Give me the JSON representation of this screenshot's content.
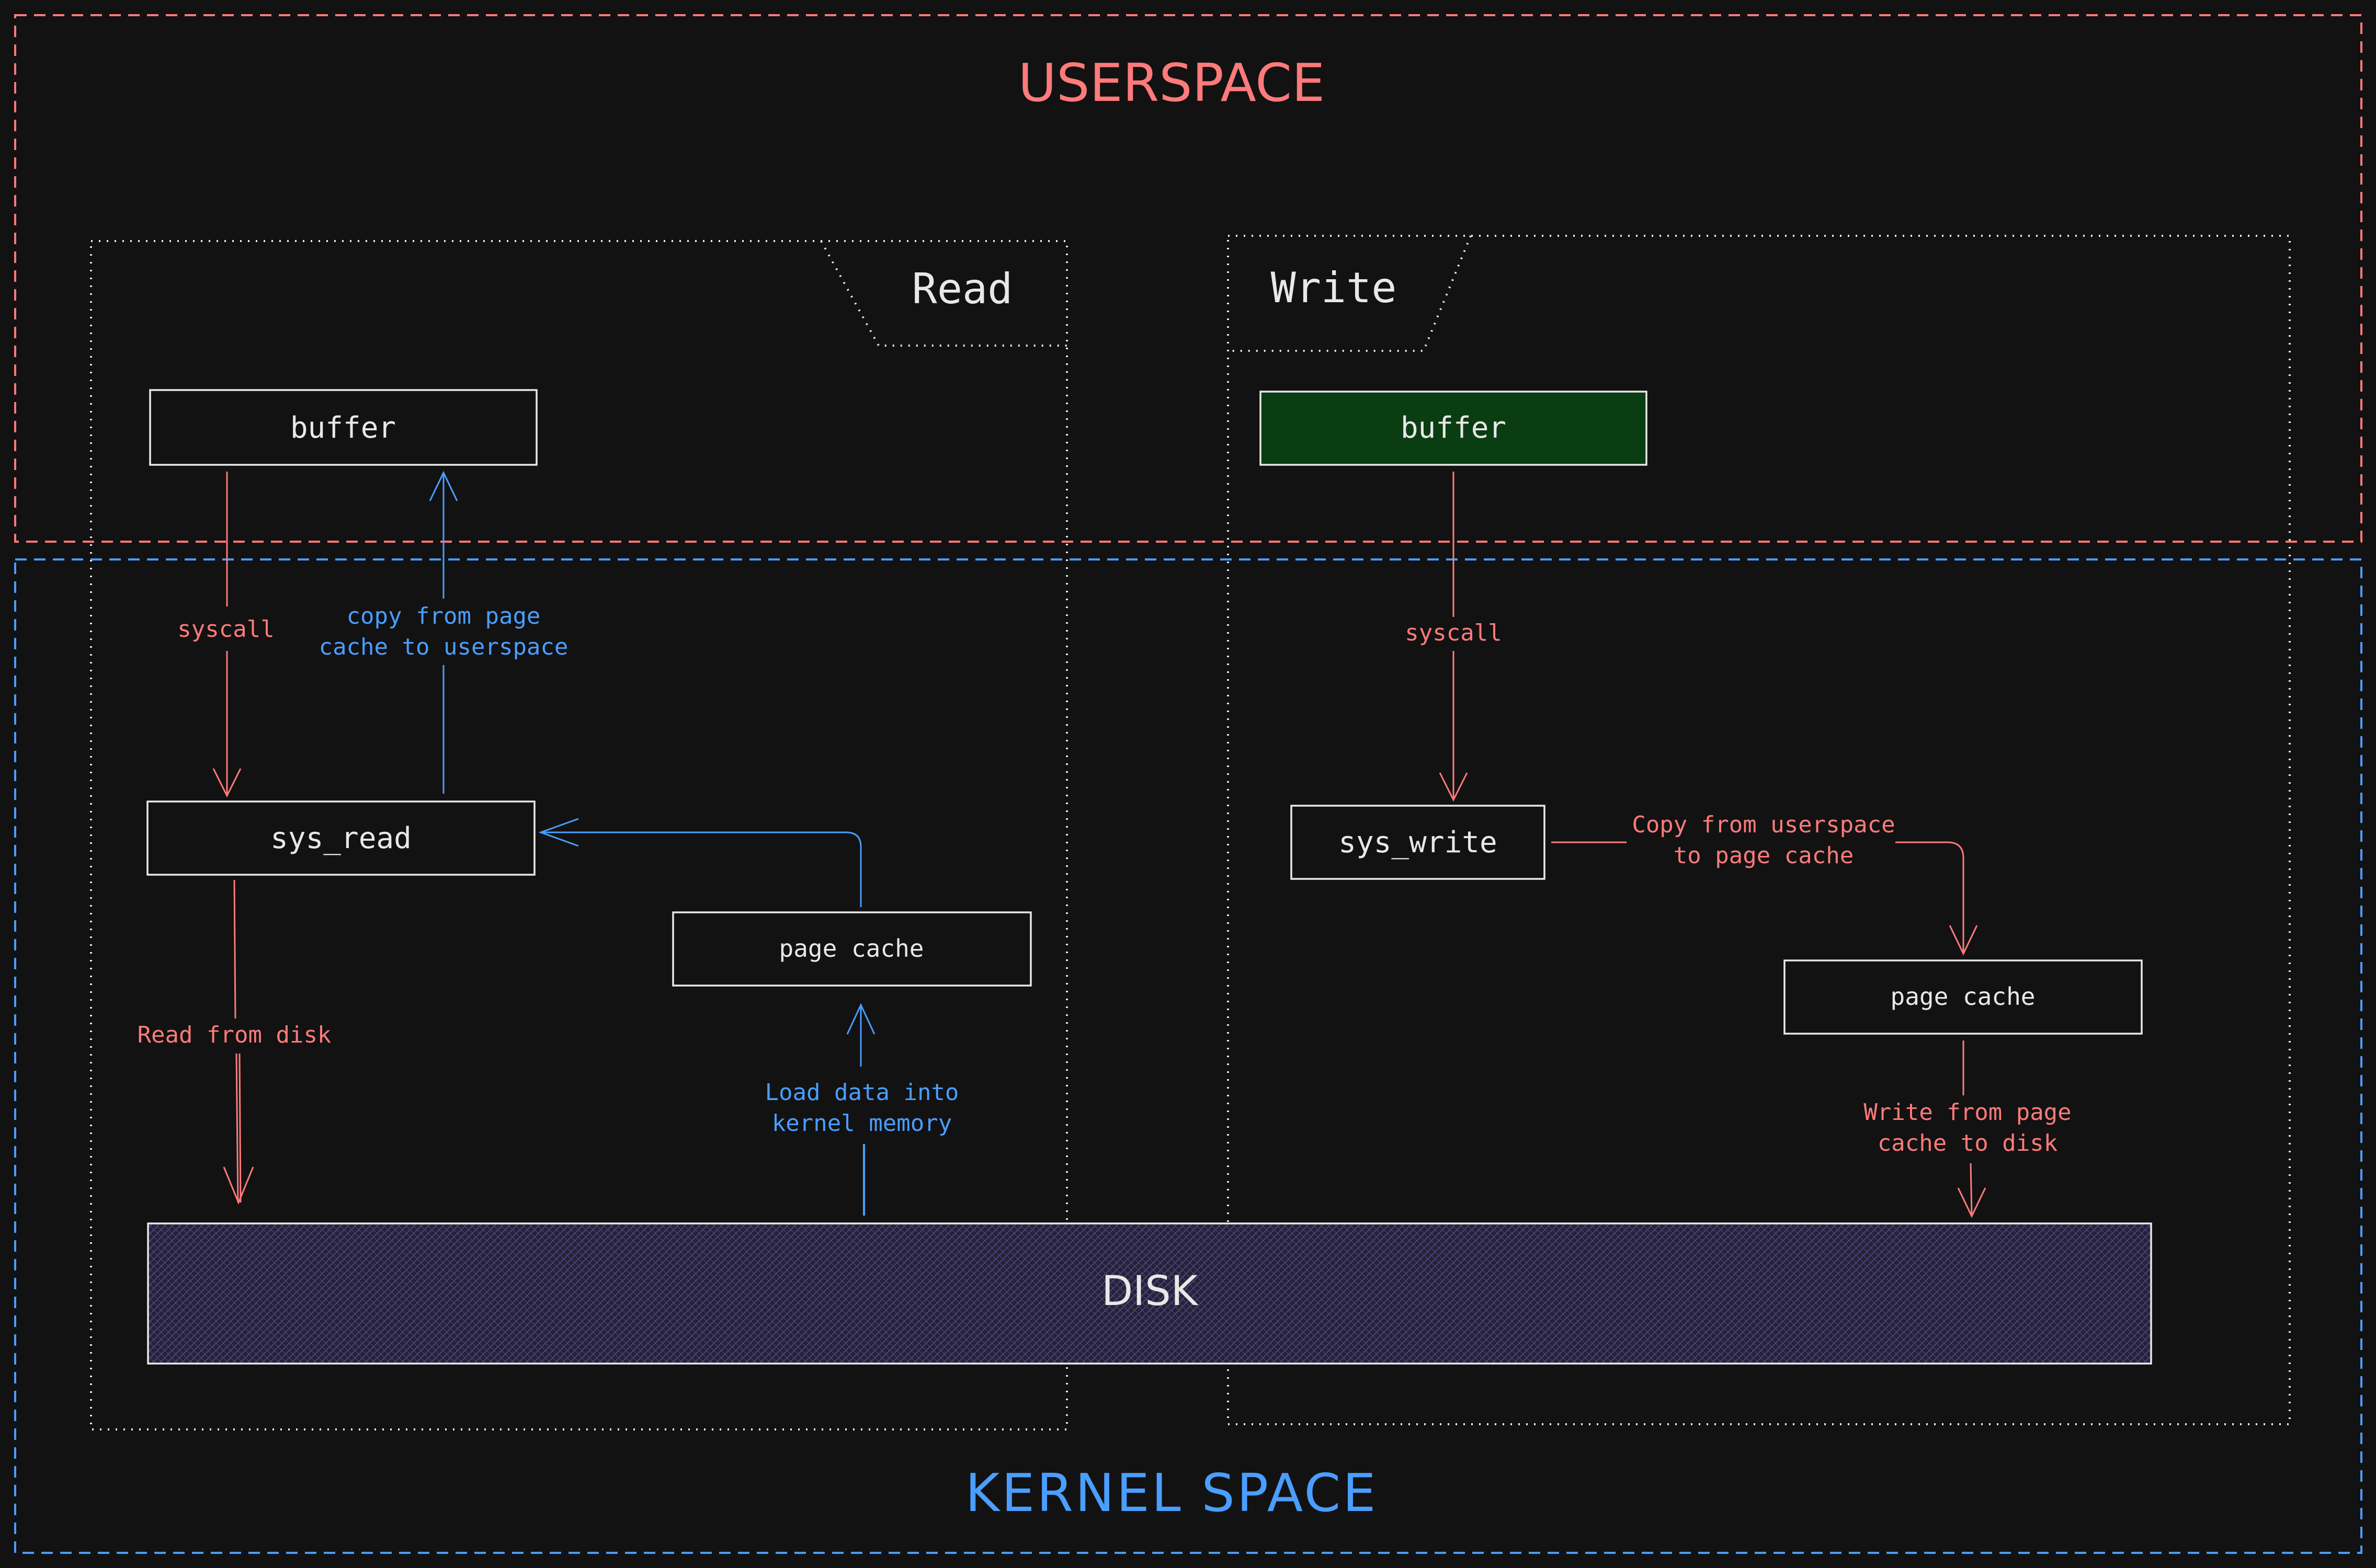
{
  "regions": {
    "userspace": "USERSPACE",
    "kernel": "KERNEL SPACE"
  },
  "read": {
    "title": "Read",
    "buffer": "buffer",
    "sys_call": "sys_read",
    "page_cache": "page cache",
    "syscall_label": "syscall",
    "copy_label_line1": "copy from page",
    "copy_label_line2": "cache to userspace",
    "read_disk_label": "Read from disk",
    "load_label_line1": "Load data into",
    "load_label_line2": "kernel memory"
  },
  "write": {
    "title": "Write",
    "buffer": "buffer",
    "sys_call": "sys_write",
    "page_cache": "page cache",
    "syscall_label": "syscall",
    "copy_label_line1": "Copy from userspace",
    "copy_label_line2": "to page cache",
    "write_label_line1": "Write from page",
    "write_label_line2": "cache to disk"
  },
  "disk": {
    "label": "DISK"
  },
  "colors": {
    "background": "#121212",
    "userspace": "#ff7a7a",
    "kernel": "#4a9eff",
    "box_stroke": "#e8e8e8",
    "text": "#e8e8e8",
    "write_buffer_fill": "#0b3d12",
    "disk_fill": "#2a2540",
    "disk_hatch": "#5b4f8f"
  }
}
